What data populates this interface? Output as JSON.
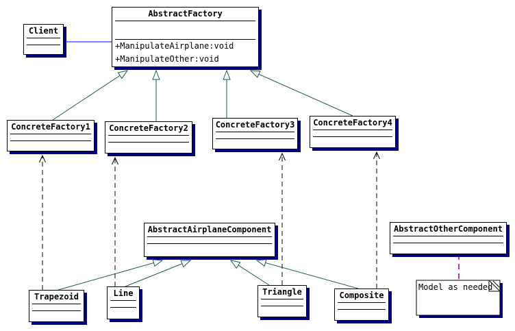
{
  "colors": {
    "background": "#ffffff",
    "box_border": "#000000",
    "box_fill": "#ffffff",
    "box_shadow": "#000080",
    "generalization_line": "#155858",
    "association_line": "#0000ff",
    "dependency_line": "#000000",
    "note_anchor_line": "#8b008b"
  },
  "classes": {
    "client": {
      "name": "Client"
    },
    "abstract_factory": {
      "name": "AbstractFactory",
      "methods": [
        "+ManipulateAirplane:void",
        "+ManipulateOther:void"
      ]
    },
    "concrete_factory1": {
      "name": "ConcreteFactory1"
    },
    "concrete_factory2": {
      "name": "ConcreteFactory2"
    },
    "concrete_factory3": {
      "name": "ConcreteFactory3"
    },
    "concrete_factory4": {
      "name": "ConcreteFactory4"
    },
    "abstract_airplane_component": {
      "name": "AbstractAirplaneComponent"
    },
    "abstract_other_component": {
      "name": "AbstractOtherComponent"
    },
    "trapezoid": {
      "name": "Trapezoid"
    },
    "line": {
      "name": "Line"
    },
    "triangle": {
      "name": "Triangle"
    },
    "composite": {
      "name": "Composite"
    }
  },
  "note": {
    "text": "Model as needed"
  }
}
